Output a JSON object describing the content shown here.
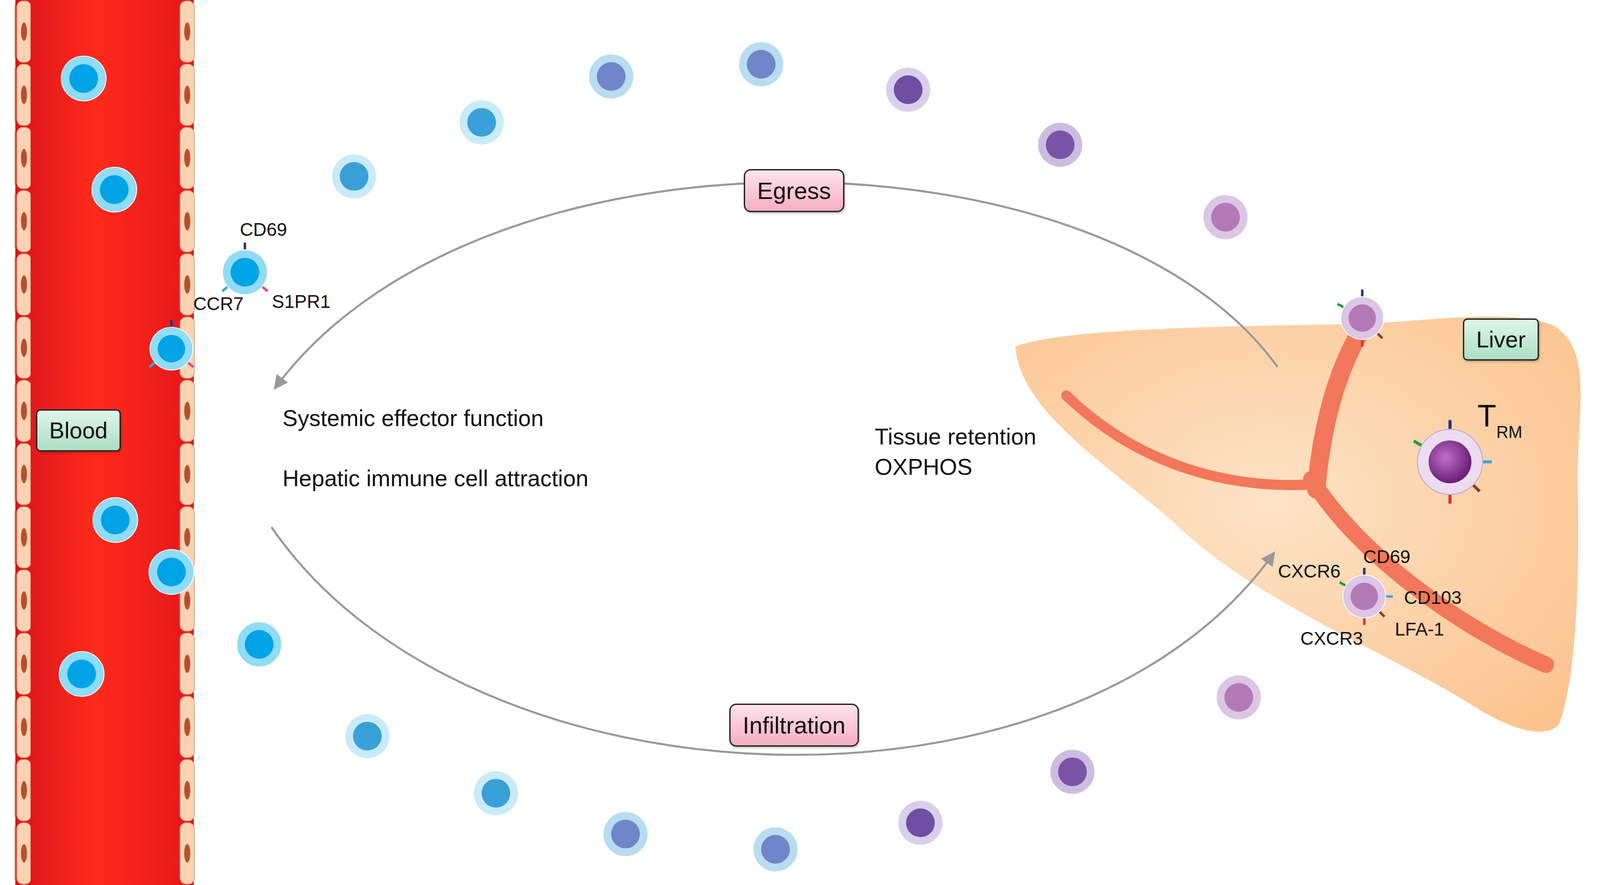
{
  "diagram": {
    "nodes": [
      {
        "text": [
          "Blood"
        ]
      },
      {
        "text": [
          "Egress"
        ]
      },
      {
        "text": [
          "Liver"
        ]
      },
      {
        "text": [
          "Infiltration"
        ]
      }
    ],
    "labels": [
      "CD69",
      "CCR7",
      "S1PR1",
      "Systemic effector function",
      "Hepatic immune cell attraction",
      "Tissue retention",
      "OXPHOS",
      "T",
      "RM",
      "CXCR6",
      "CD69",
      "CD103",
      "LFA-1",
      "CXCR3"
    ]
  }
}
